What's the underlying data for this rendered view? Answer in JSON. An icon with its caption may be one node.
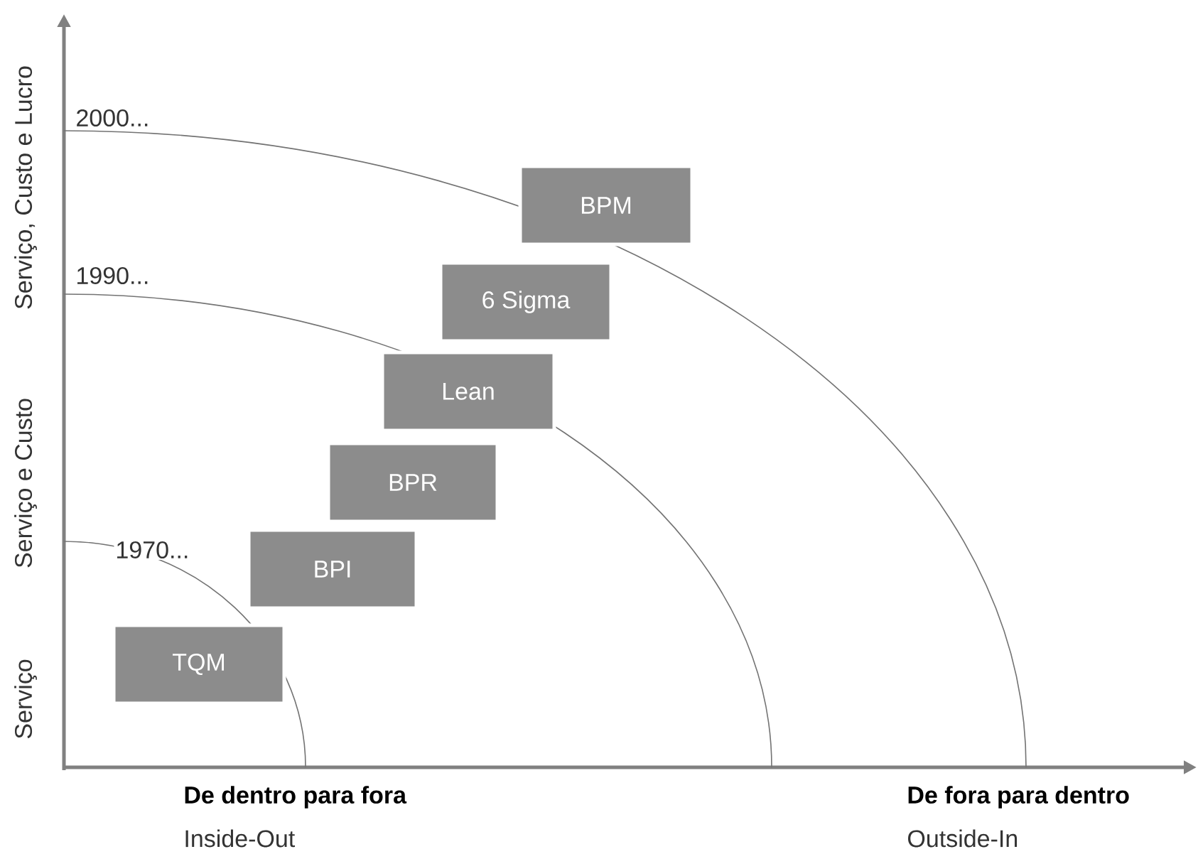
{
  "diagram": {
    "nodes": [
      {
        "text": [
          "BPM"
        ]
      },
      {
        "text": [
          "6 Sigma"
        ]
      },
      {
        "text": [
          "Lean"
        ]
      },
      {
        "text": [
          "BPR"
        ]
      },
      {
        "text": [
          "BPI"
        ]
      },
      {
        "text": [
          "TQM"
        ]
      }
    ],
    "labels": [
      "2000...",
      "Serviço, Custo e Lucro",
      "1990...",
      "Serviço e Custo",
      "1970...",
      "Serviço",
      "De dentro para fora",
      "Inside-Out",
      "De fora para dentro",
      "Outside-In"
    ]
  }
}
